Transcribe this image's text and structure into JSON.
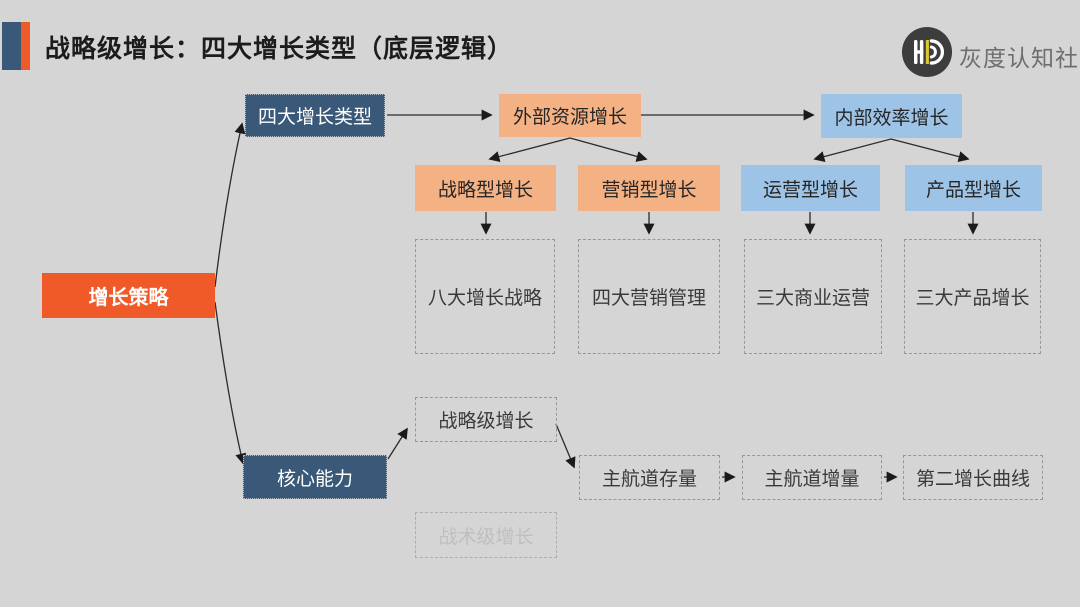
{
  "header": {
    "title": "战略级增长：四大增长类型（底层逻辑）",
    "brand": "灰度认知社",
    "logo_icon": "hd-logo-icon"
  },
  "colors": {
    "background": "#D5D5D5",
    "navy": "#3A5877",
    "peach": "#F4B183",
    "light_blue": "#9DC3E6",
    "orange": "#F05A28",
    "line": "#2B2B2B",
    "dashed_border": "#979797",
    "faded_text": "#BFBFBF",
    "logo_circle": "#3D3D3D",
    "logo_yellow": "#DCC72E"
  },
  "diagram": {
    "nodes": {
      "root": {
        "label": "增长策略"
      },
      "types_header": {
        "label": "四大增长类型"
      },
      "external": {
        "label": "外部资源增长"
      },
      "internal": {
        "label": "内部效率增长"
      },
      "strategic": {
        "label": "战略型增长"
      },
      "marketing": {
        "label": "营销型增长"
      },
      "operational": {
        "label": "运营型增长"
      },
      "product": {
        "label": "产品型增长"
      },
      "eight_strategies": {
        "label": "八大增长战略"
      },
      "four_marketing": {
        "label": "四大营销管理"
      },
      "three_operations": {
        "label": "三大商业运营"
      },
      "three_products": {
        "label": "三大产品增长"
      },
      "core_capability": {
        "label": "核心能力"
      },
      "strategic_level": {
        "label": "战略级增长"
      },
      "tactical_level": {
        "label": "战术级增长"
      },
      "main_channel_stock": {
        "label": "主航道存量"
      },
      "main_channel_increment": {
        "label": "主航道增量"
      },
      "second_growth_curve": {
        "label": "第二增长曲线"
      }
    }
  }
}
